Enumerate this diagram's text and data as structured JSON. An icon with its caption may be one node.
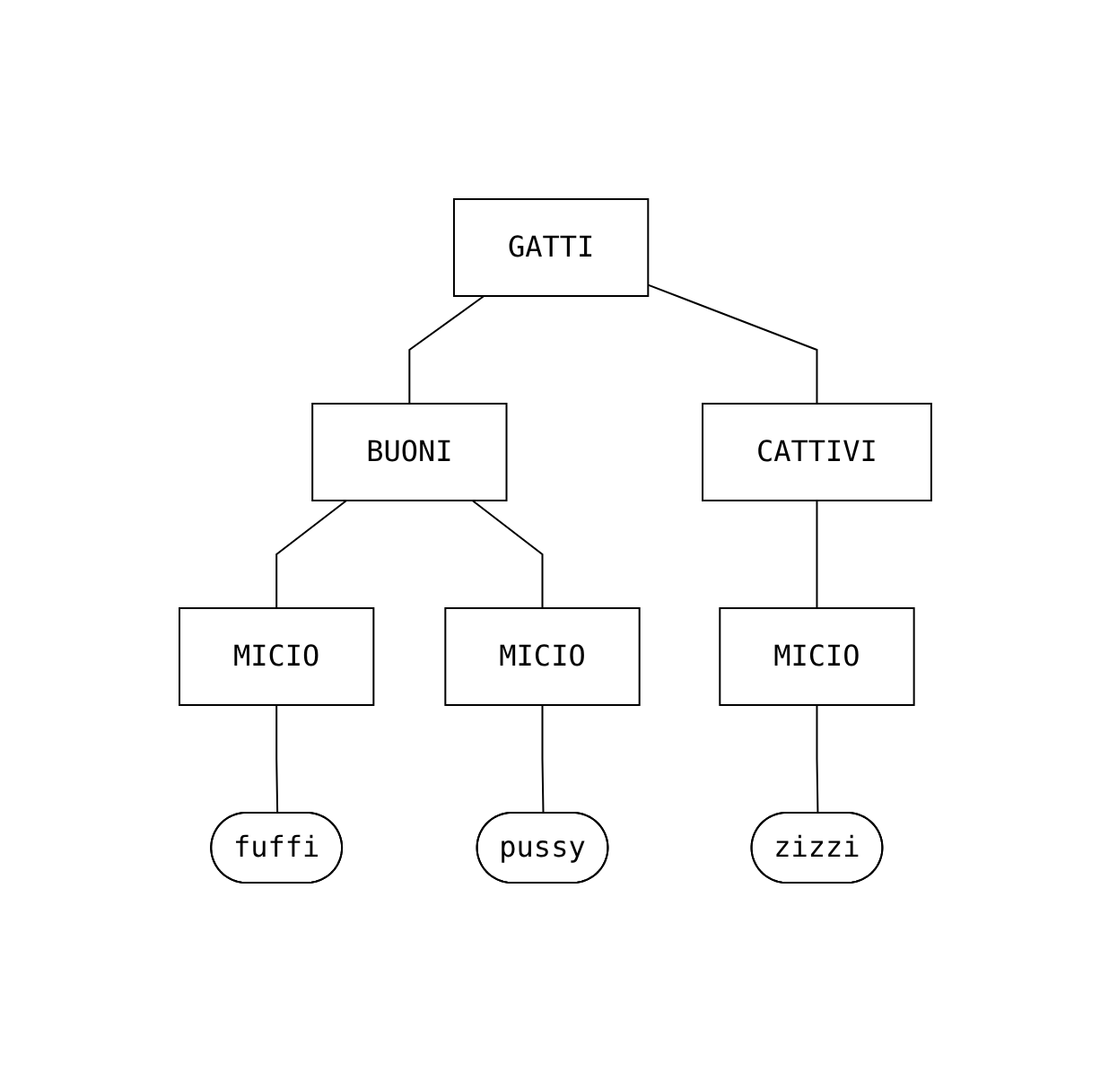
{
  "diagram": {
    "nodes": [
      {
        "text": [
          "GATTI"
        ]
      },
      {
        "text": [
          "BUONI"
        ]
      },
      {
        "text": [
          "CATTIVI"
        ]
      },
      {
        "text": [
          "MICIO"
        ]
      },
      {
        "text": [
          "MICIO"
        ]
      },
      {
        "text": [
          "MICIO"
        ]
      },
      {
        "text": [
          "fuffi"
        ]
      },
      {
        "text": [
          "pussy"
        ]
      },
      {
        "text": [
          "zizzi"
        ]
      }
    ],
    "edges": [
      {
        "from": 0,
        "to": 1,
        "arrow": "none"
      },
      {
        "from": 0,
        "to": 2,
        "arrow": "none"
      },
      {
        "from": 1,
        "to": 3,
        "arrow": "none"
      },
      {
        "from": 1,
        "to": 4,
        "arrow": "none"
      },
      {
        "from": 2,
        "to": 5,
        "arrow": "none"
      },
      {
        "from": 3,
        "to": 6,
        "arrow": "none"
      },
      {
        "from": 4,
        "to": 7,
        "arrow": "none"
      },
      {
        "from": 5,
        "to": 8,
        "arrow": "none"
      }
    ]
  }
}
